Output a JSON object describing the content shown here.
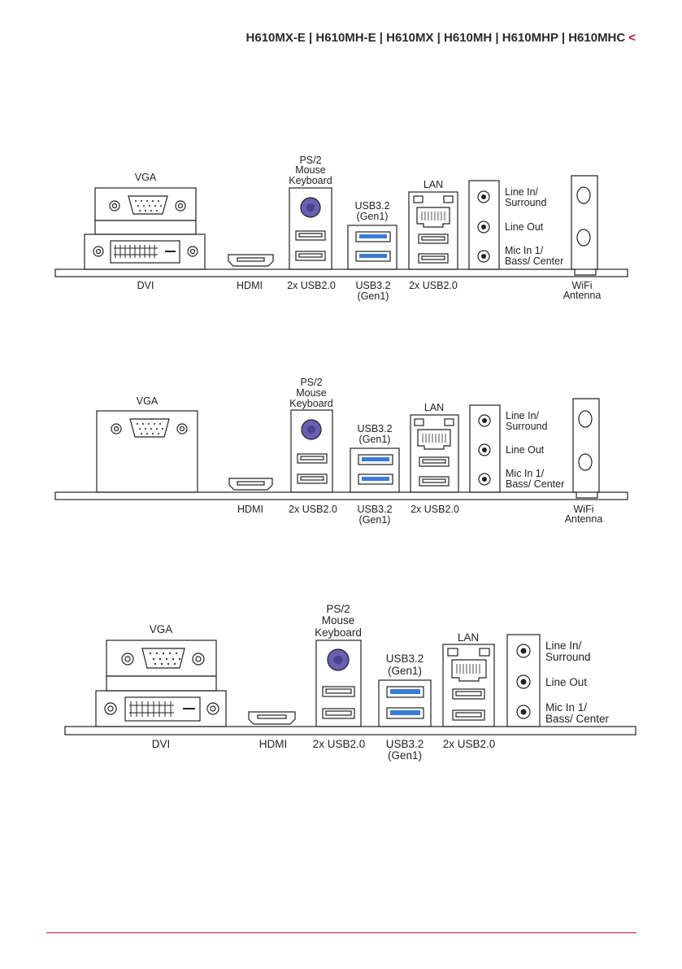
{
  "header": {
    "models": "H610MX-E | H610MH-E | H610MX | H610MH | H610MHP | H610MHC",
    "accent_color": "#c8102e"
  },
  "colors": {
    "usb3_port": "#3a7bd5",
    "ps2_port": "#6a5fb0",
    "outline": "#222222"
  },
  "diagram1": {
    "vga": "VGA",
    "ps2_line1": "PS/2",
    "ps2_line2": "Mouse",
    "ps2_line3": "Keyboard",
    "usb3_top_line1": "USB3.2",
    "usb3_top_line2": "(Gen1)",
    "lan": "LAN",
    "audio1_line1": "Line In/",
    "audio1_line2": "Surround",
    "audio2": "Line Out",
    "audio3_line1": "Mic In 1/",
    "audio3_line2": "Bass/ Center",
    "dvi": "DVI",
    "hdmi": "HDMI",
    "usb2_left": "2x USB2.0",
    "usb3_bottom_line1": "USB3.2",
    "usb3_bottom_line2": "(Gen1)",
    "usb2_right": "2x USB2.0",
    "wifi_line1": "WiFi",
    "wifi_line2": "Antenna"
  },
  "diagram2": {
    "vga": "VGA",
    "ps2_line1": "PS/2",
    "ps2_line2": "Mouse",
    "ps2_line3": "Keyboard",
    "usb3_top_line1": "USB3.2",
    "usb3_top_line2": "(Gen1)",
    "lan": "LAN",
    "audio1_line1": "Line In/",
    "audio1_line2": "Surround",
    "audio2": "Line Out",
    "audio3_line1": "Mic In 1/",
    "audio3_line2": "Bass/ Center",
    "hdmi": "HDMI",
    "usb2_left": "2x USB2.0",
    "usb3_bottom_line1": "USB3.2",
    "usb3_bottom_line2": "(Gen1)",
    "usb2_right": "2x USB2.0",
    "wifi_line1": "WiFi",
    "wifi_line2": "Antenna"
  },
  "diagram3": {
    "vga": "VGA",
    "ps2_line1": "PS/2",
    "ps2_line2": "Mouse",
    "ps2_line3": "Keyboard",
    "usb3_top_line1": "USB3.2",
    "usb3_top_line2": "(Gen1)",
    "lan": "LAN",
    "audio1_line1": "Line In/",
    "audio1_line2": "Surround",
    "audio2": "Line Out",
    "audio3_line1": "Mic In 1/",
    "audio3_line2": "Bass/ Center",
    "dvi": "DVI",
    "hdmi": "HDMI",
    "usb2_left": "2x USB2.0",
    "usb3_bottom_line1": "USB3.2",
    "usb3_bottom_line2": "(Gen1)",
    "usb2_right": "2x USB2.0"
  }
}
